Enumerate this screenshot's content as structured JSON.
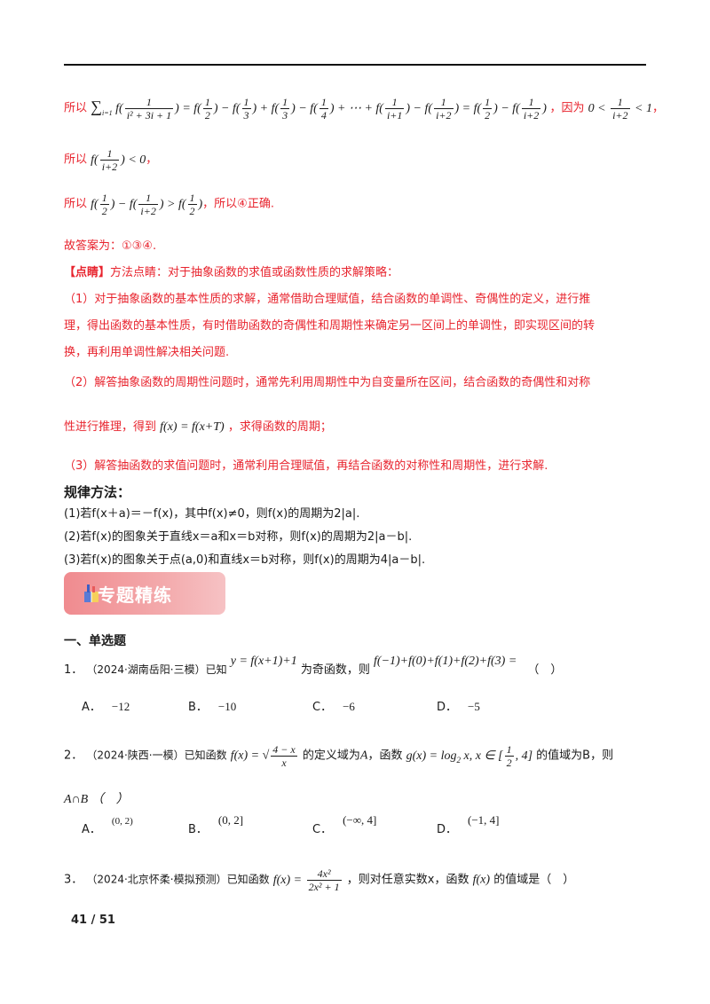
{
  "solution": {
    "line1_prefix": "所以",
    "line1_formula": "∑ f(1/(i²+3i+1)) = f(1/2) − f(1/3) + f(1/3) − f(1/4) + ⋯ + f(1/(i+1)) − f(1/(i+2)) = f(1/2) − f(1/(i+2))",
    "line1_mid": "，因为",
    "line1_ineq": "0 < 1/(i+2) < 1",
    "line1_end": "，",
    "line2_prefix": "所以",
    "line2_formula": "f(1/(i+2)) < 0",
    "line2_end": "，",
    "line3_prefix": "所以",
    "line3_formula": "f(1/2) − f(1/(i+2)) > f(1/2)",
    "line3_end": "，所以④正确.",
    "answer": "故答案为：①③④."
  },
  "tips": {
    "heading": "【点睛】",
    "heading_rest": "方法点睛：对于抽象函数的求值或函数性质的求解策略：",
    "p1a": "（1）对于抽象函数的基本性质的求解，通常借助合理赋值，结合函数的单调性、奇偶性的定义，进行推",
    "p1b": "理，得出函数的基本性质，有时借助函数的奇偶性和周期性来确定另一区间上的单调性，即实现区间的转",
    "p1c": "换，再利用单调性解决相关问题.",
    "p2a": "（2）解答抽象函数的周期性问题时，通常先利用周期性中为自变量所在区间，结合函数的奇偶性和对称",
    "p2b_prefix": "性进行推理，得到",
    "p2b_formula": "f(x) = f(x+T)",
    "p2b_suffix": "，求得函数的周期；",
    "p3": "（3）解答抽函数的求值问题时，通常利用合理赋值，再结合函数的对称性和周期性，进行求解."
  },
  "rules": {
    "title": "规律方法：",
    "r1": "(1)若f(x＋a)＝－f(x)，其中f(x)≠0，则f(x)的周期为2|a|.",
    "r2": "(2)若f(x)的图象关于直线x＝a和x＝b对称，则f(x)的周期为2|a－b|.",
    "r3": "(3)若f(x)的图象关于点(a,0)和直线x＝b对称，则f(x)的周期为4|a－b|."
  },
  "banner": {
    "title": "专题精练",
    "icon": "book-icon"
  },
  "section": {
    "title": "一、单选题"
  },
  "q1": {
    "number": "1．",
    "source": "（2024·湖南岳阳·三模）已知",
    "formula": "y = f(x+1)+1",
    "mid": "为奇函数，则",
    "expr": "f(−1)+f(0)+f(1)+f(2)+f(3) =",
    "bracket": "（　）",
    "options": [
      {
        "label": "A．",
        "value": "−12"
      },
      {
        "label": "B．",
        "value": "−10"
      },
      {
        "label": "C．",
        "value": "−6"
      },
      {
        "label": "D．",
        "value": "−5"
      }
    ]
  },
  "q2": {
    "number": "2．",
    "source": "（2024·陕西·一模）已知函数",
    "fx": "f(x) = √((4−x)/x)",
    "mid1": "的定义域为",
    "setA": "A",
    "mid2": "，函数",
    "gx": "g(x) = log₂ x, x ∈ [1/2, 4]",
    "mid3": "的值域为B，则",
    "line2": "A∩B （　）",
    "options": [
      {
        "label": "A．",
        "value": "(0, 2)"
      },
      {
        "label": "B．",
        "value": "(0, 2]"
      },
      {
        "label": "C．",
        "value": "(−∞, 4]"
      },
      {
        "label": "D．",
        "value": "(−1, 4]"
      }
    ]
  },
  "q3": {
    "number": "3．",
    "source": "（2024·北京怀柔·模拟预测）已知函数",
    "formula": "f(x) = 4x²/(2x²+1)",
    "mid": "，则对任意实数x，函数",
    "formula2": "f(x)",
    "end": "的值域是（　）"
  },
  "footer": {
    "page": "41 / 51"
  }
}
